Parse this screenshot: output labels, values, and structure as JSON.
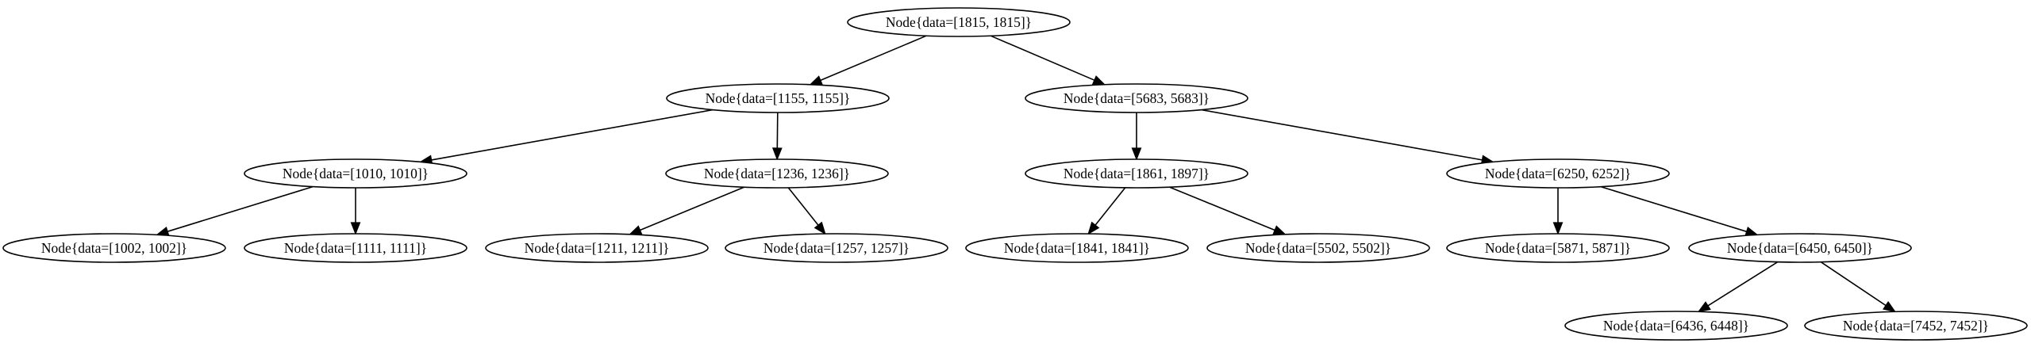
{
  "nodes": [
    {
      "id": "n1815",
      "label": "Node{data=[1815, 1815]}"
    },
    {
      "id": "n1155",
      "label": "Node{data=[1155, 1155]}"
    },
    {
      "id": "n5683",
      "label": "Node{data=[5683, 5683]}"
    },
    {
      "id": "n1010",
      "label": "Node{data=[1010, 1010]}"
    },
    {
      "id": "n1236",
      "label": "Node{data=[1236, 1236]}"
    },
    {
      "id": "n1861",
      "label": "Node{data=[1861, 1897]}"
    },
    {
      "id": "n6250",
      "label": "Node{data=[6250, 6252]}"
    },
    {
      "id": "n1002",
      "label": "Node{data=[1002, 1002]}"
    },
    {
      "id": "n1111",
      "label": "Node{data=[1111, 1111]}"
    },
    {
      "id": "n1211",
      "label": "Node{data=[1211, 1211]}"
    },
    {
      "id": "n1257",
      "label": "Node{data=[1257, 1257]}"
    },
    {
      "id": "n1841",
      "label": "Node{data=[1841, 1841]}"
    },
    {
      "id": "n5502",
      "label": "Node{data=[5502, 5502]}"
    },
    {
      "id": "n5871",
      "label": "Node{data=[5871, 5871]}"
    },
    {
      "id": "n6450",
      "label": "Node{data=[6450, 6450]}"
    },
    {
      "id": "n6436",
      "label": "Node{data=[6436, 6448]}"
    },
    {
      "id": "n7452",
      "label": "Node{data=[7452, 7452]}"
    }
  ],
  "edges": [
    {
      "from": "n1815",
      "to": "n1155"
    },
    {
      "from": "n1815",
      "to": "n5683"
    },
    {
      "from": "n1155",
      "to": "n1010"
    },
    {
      "from": "n1155",
      "to": "n1236"
    },
    {
      "from": "n5683",
      "to": "n1861"
    },
    {
      "from": "n5683",
      "to": "n6250"
    },
    {
      "from": "n1010",
      "to": "n1002"
    },
    {
      "from": "n1010",
      "to": "n1111"
    },
    {
      "from": "n1236",
      "to": "n1211"
    },
    {
      "from": "n1236",
      "to": "n1257"
    },
    {
      "from": "n1861",
      "to": "n1841"
    },
    {
      "from": "n1861",
      "to": "n5502"
    },
    {
      "from": "n6250",
      "to": "n5871"
    },
    {
      "from": "n6250",
      "to": "n6450"
    },
    {
      "from": "n6450",
      "to": "n6436"
    },
    {
      "from": "n6450",
      "to": "n7452"
    }
  ],
  "colors": {
    "stroke": "#000000",
    "fill": "#ffffff",
    "background": "#ffffff"
  }
}
